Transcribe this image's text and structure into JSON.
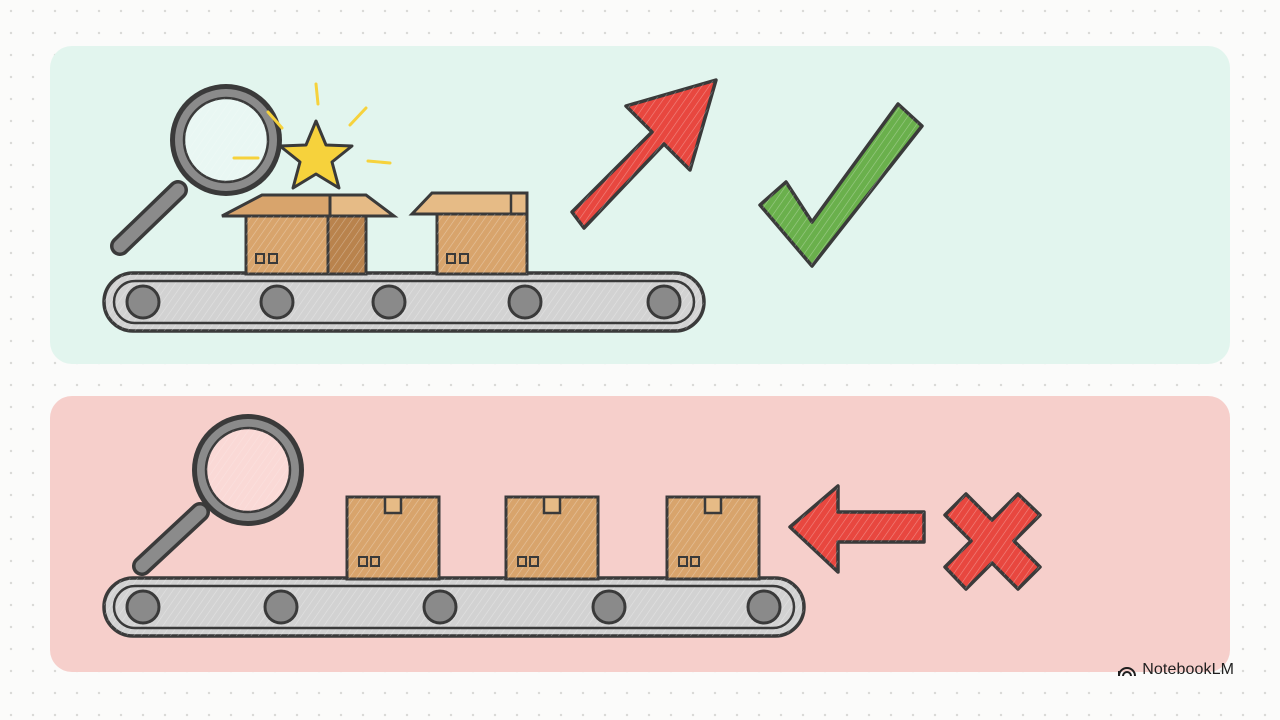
{
  "brand": {
    "name": "NotebookLM",
    "icon": "notebooklm-logo-icon"
  },
  "panels": {
    "top": {
      "color": "#e2f5ee",
      "meaning": "quality-check-passed",
      "boxes_on_belt": 2,
      "icons": [
        "magnifier-icon",
        "star-icon",
        "open-box-icon",
        "box-icon",
        "up-arrow-icon",
        "checkmark-icon"
      ]
    },
    "bottom": {
      "color": "#f6cfcb",
      "meaning": "quality-check-failed",
      "boxes_on_belt": 3,
      "icons": [
        "magnifier-icon",
        "box-icon",
        "left-arrow-icon",
        "cross-icon"
      ]
    }
  },
  "colors": {
    "box": "#d8a46c",
    "box_dark": "#b9834d",
    "outline": "#3a3a3a",
    "belt": "#d2d2d2",
    "roller": "#8a8a8a",
    "arrow_red": "#e8473f",
    "check_green": "#6ab04c",
    "star": "#f6d23c"
  }
}
